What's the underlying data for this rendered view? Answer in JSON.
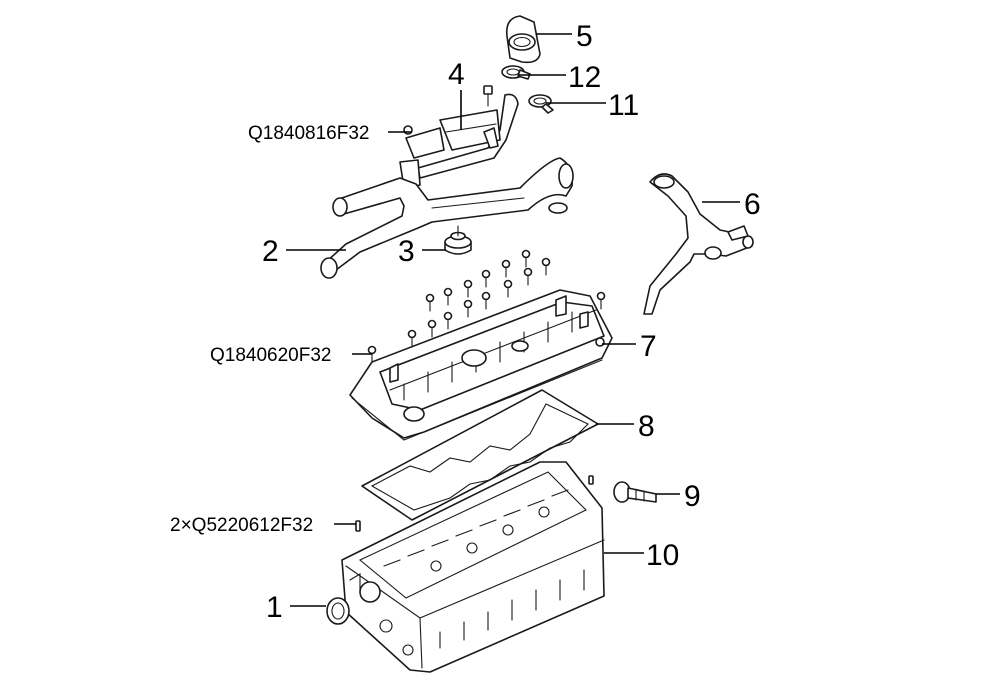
{
  "callouts": {
    "c1": "1",
    "c2": "2",
    "c3": "3",
    "c4": "4",
    "c5": "5",
    "c6": "6",
    "c7": "7",
    "c8": "8",
    "c9": "9",
    "c10": "10",
    "c11": "11",
    "c12": "12"
  },
  "part_codes": {
    "bolt_top": "Q1840816F32",
    "bolt_cover": "Q1840620F32",
    "stud_head": "2×Q5220612F32"
  }
}
